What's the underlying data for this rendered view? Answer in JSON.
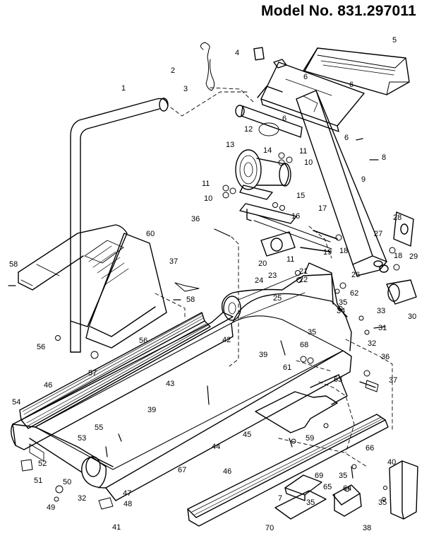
{
  "title": "Model No. 831.297011",
  "callouts": [
    "1",
    "2",
    "3",
    "4",
    "5",
    "6",
    "6",
    "6",
    "6",
    "9",
    "8",
    "12",
    "13",
    "14",
    "11",
    "10",
    "11",
    "10",
    "15",
    "17",
    "16",
    "18",
    "19",
    "28",
    "27",
    "18",
    "29",
    "36",
    "20",
    "11",
    "21",
    "22",
    "60",
    "58",
    "37",
    "58",
    "23",
    "24",
    "25",
    "26",
    "62",
    "35",
    "34",
    "33",
    "31",
    "32",
    "30",
    "56",
    "56",
    "57",
    "42",
    "35",
    "68",
    "39",
    "61",
    "36",
    "63",
    "37",
    "46",
    "43",
    "39",
    "54",
    "55",
    "53",
    "45",
    "59",
    "66",
    "40",
    "52",
    "51",
    "50",
    "32",
    "49",
    "47",
    "48",
    "41",
    "44",
    "67",
    "46",
    "69",
    "65",
    "64",
    "35",
    "7",
    "35",
    "70",
    "38",
    "35"
  ]
}
